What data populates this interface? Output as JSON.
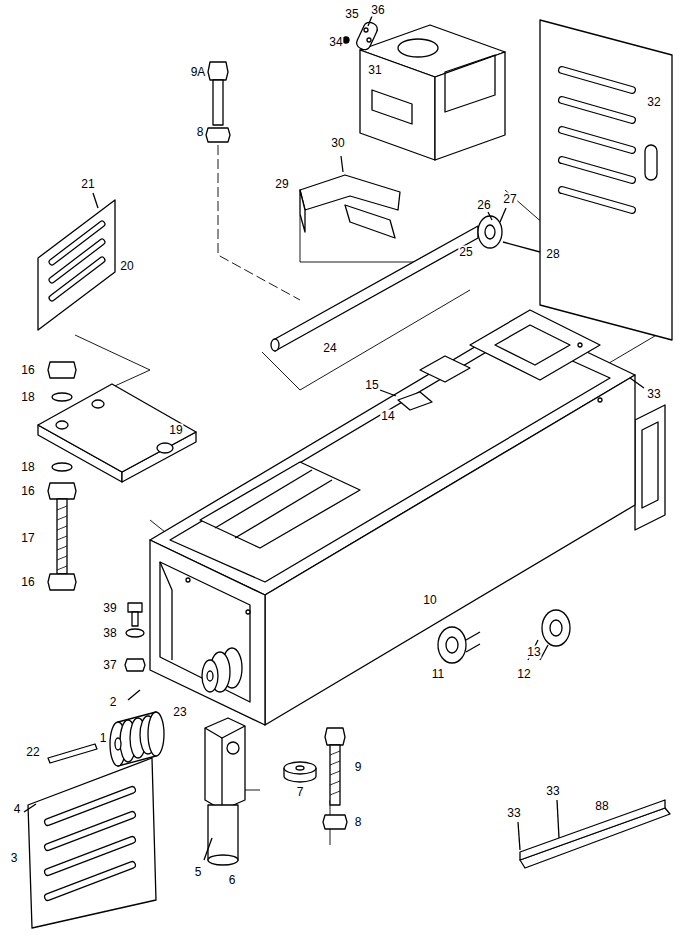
{
  "diagram": {
    "labels": [
      "36",
      "35",
      "34",
      "31",
      "32",
      "9A",
      "8",
      "30",
      "29",
      "26",
      "27",
      "28",
      "25",
      "21",
      "20",
      "24",
      "16",
      "18",
      "19",
      "15",
      "14",
      "33",
      "18",
      "16",
      "17",
      "16",
      "39",
      "38",
      "37",
      "10",
      "11",
      "13",
      "12",
      "2",
      "23",
      "1",
      "22",
      "7",
      "9",
      "33",
      "88",
      "33",
      "4",
      "8",
      "3",
      "5",
      "6"
    ]
  }
}
